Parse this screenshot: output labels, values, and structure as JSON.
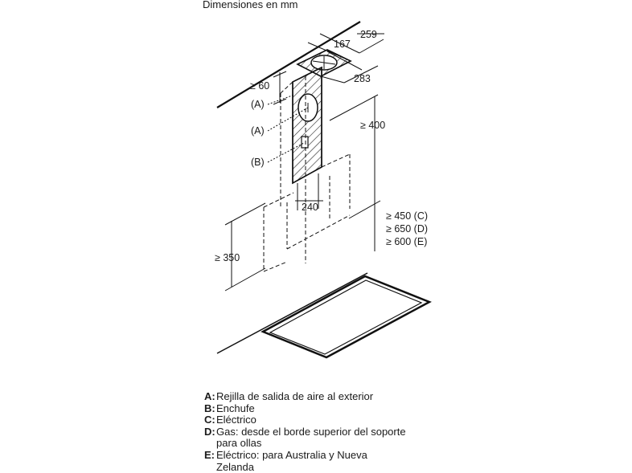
{
  "title": "Dimensiones en mm",
  "dims": {
    "d259": "259",
    "d167": "167",
    "d283": "283",
    "d60": "≥ 60",
    "d400": "≥ 400",
    "d240": "240",
    "d350": "≥ 350",
    "d450": "≥ 450",
    "d650": "≥ 650",
    "d600": "≥ 600"
  },
  "callouts": {
    "a1": "A",
    "a2": "A",
    "b": "B",
    "c": "C",
    "d": "D",
    "e": "E"
  },
  "legend": [
    {
      "key": "A:",
      "text": "Rejilla de salida de aire al exterior"
    },
    {
      "key": "B:",
      "text": "Enchufe"
    },
    {
      "key": "C:",
      "text": "Eléctrico"
    },
    {
      "key": "D:",
      "text": "Gas: desde el borde superior del soporte"
    },
    {
      "key": "",
      "text": "para ollas"
    },
    {
      "key": "E:",
      "text": "Eléctrico: para Australia y Nueva"
    },
    {
      "key": "",
      "text": "Zelanda"
    }
  ]
}
